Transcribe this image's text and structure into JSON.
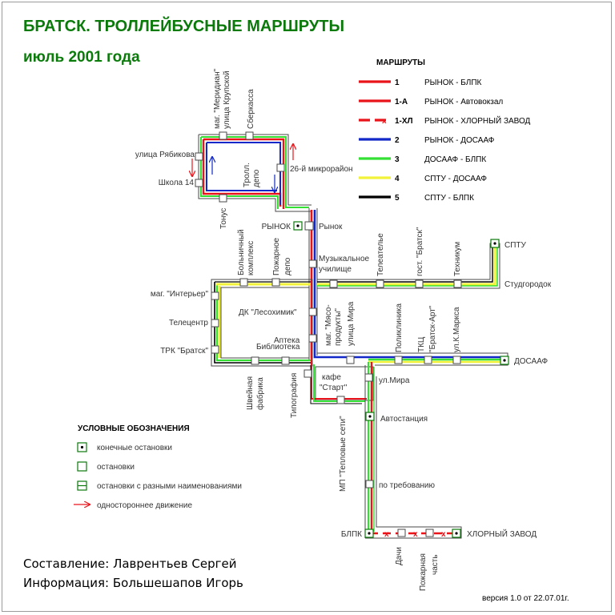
{
  "title": "БРАТСК. ТРОЛЛЕЙБУСНЫЕ МАРШРУТЫ",
  "subtitle": "июль 2001 года",
  "routes_heading": "МАРШРУТЫ",
  "routes": [
    {
      "num": "1",
      "name": "РЫНОК - БЛПК",
      "color": "#e8141a",
      "dashed": false
    },
    {
      "num": "1-А",
      "name": "РЫНОК - Автовокзал",
      "color": "#e8141a",
      "dashed": false
    },
    {
      "num": "1-ХЛ",
      "name": "РЫНОК - ХЛОРНЫЙ ЗАВОД",
      "color": "#e8141a",
      "dashed": true
    },
    {
      "num": "2",
      "name": "РЫНОК - ДОСААФ",
      "color": "#1228c8",
      "dashed": false
    },
    {
      "num": "3",
      "name": "ДОСААФ - БЛПК",
      "color": "#33e033",
      "dashed": false
    },
    {
      "num": "4",
      "name": "СПТУ - ДОСААФ",
      "color": "#f2f23a",
      "dashed": false
    },
    {
      "num": "5",
      "name": "СПТУ - БЛПК",
      "color": "#000000",
      "dashed": false
    }
  ],
  "legend": {
    "heading": "УСЛОВНЫЕ ОБОЗНАЧЕНИЯ",
    "items": [
      "конечные остановки",
      "остановки",
      "остановки с разными наименованиями",
      "одностороннее движение"
    ]
  },
  "stops": {
    "meridian": "маг. \"Меридиан\"",
    "krupskaya": "улица Крупской",
    "sberkassa": "Сберкасса",
    "ryabikova": "улица Рябикова",
    "shkola14": "Школа 14",
    "troll": "Тролл.",
    "depo": "депо",
    "mkr26": "26-й микрорайон",
    "tonus": "Тонус",
    "rynok_term": "РЫНОК",
    "rynok": "Рынок",
    "bolnichny": "Больничный",
    "kompleks": "комплекс",
    "pozharnoe": "Пожарное",
    "depo2": "депо",
    "muz1": "Музыкальное",
    "muz2": "училище",
    "teleatele": "Телеателье",
    "gost": "гост. \"Братск\"",
    "tekhnikum": "Техникум",
    "sptu": "СПТУ",
    "studgorodok": "Студгородок",
    "interier": "маг. \"Интерьер\"",
    "telecentr": "Телецентр",
    "trk": "ТРК \"Братск\"",
    "dk": "ДК \"Лесохимик\"",
    "apteka": "Аптека",
    "biblioteka": "Библиотека",
    "myaso1": "маг. \"Мясо-",
    "myaso2": "продукты\"",
    "ulmira_v": "улица Мира",
    "poliklinika": "Поликлиника",
    "tkc": "ТКЦ",
    "bratsk_art": "\"Братск-Арт\"",
    "kmarksa": "ул.К.Маркса",
    "dosaaf": "ДОСААФ",
    "shveinaya1": "Швейная",
    "shveinaya2": "фабрика",
    "tipografiya": "Типография",
    "kafe": "кафе",
    "start": "\"Старт\"",
    "ulmira": "ул.Мира",
    "avtostanciya": "Автостанция",
    "teplovye": "МП \"Тепловые сети\"",
    "po_trebovaniyu": "по требованию",
    "blpk": "БЛПК",
    "hlorny": "ХЛОРНЫЙ ЗАВОД",
    "dachi": "Дачи",
    "pozh_chast1": "Пожарная",
    "pozh_chast2": "часть"
  },
  "credits": {
    "line1": "Составление: Лаврентьев Сергей",
    "line2": "Информация: Большешапов Игорь"
  },
  "version": "версия 1.0 от 22.07.01г."
}
